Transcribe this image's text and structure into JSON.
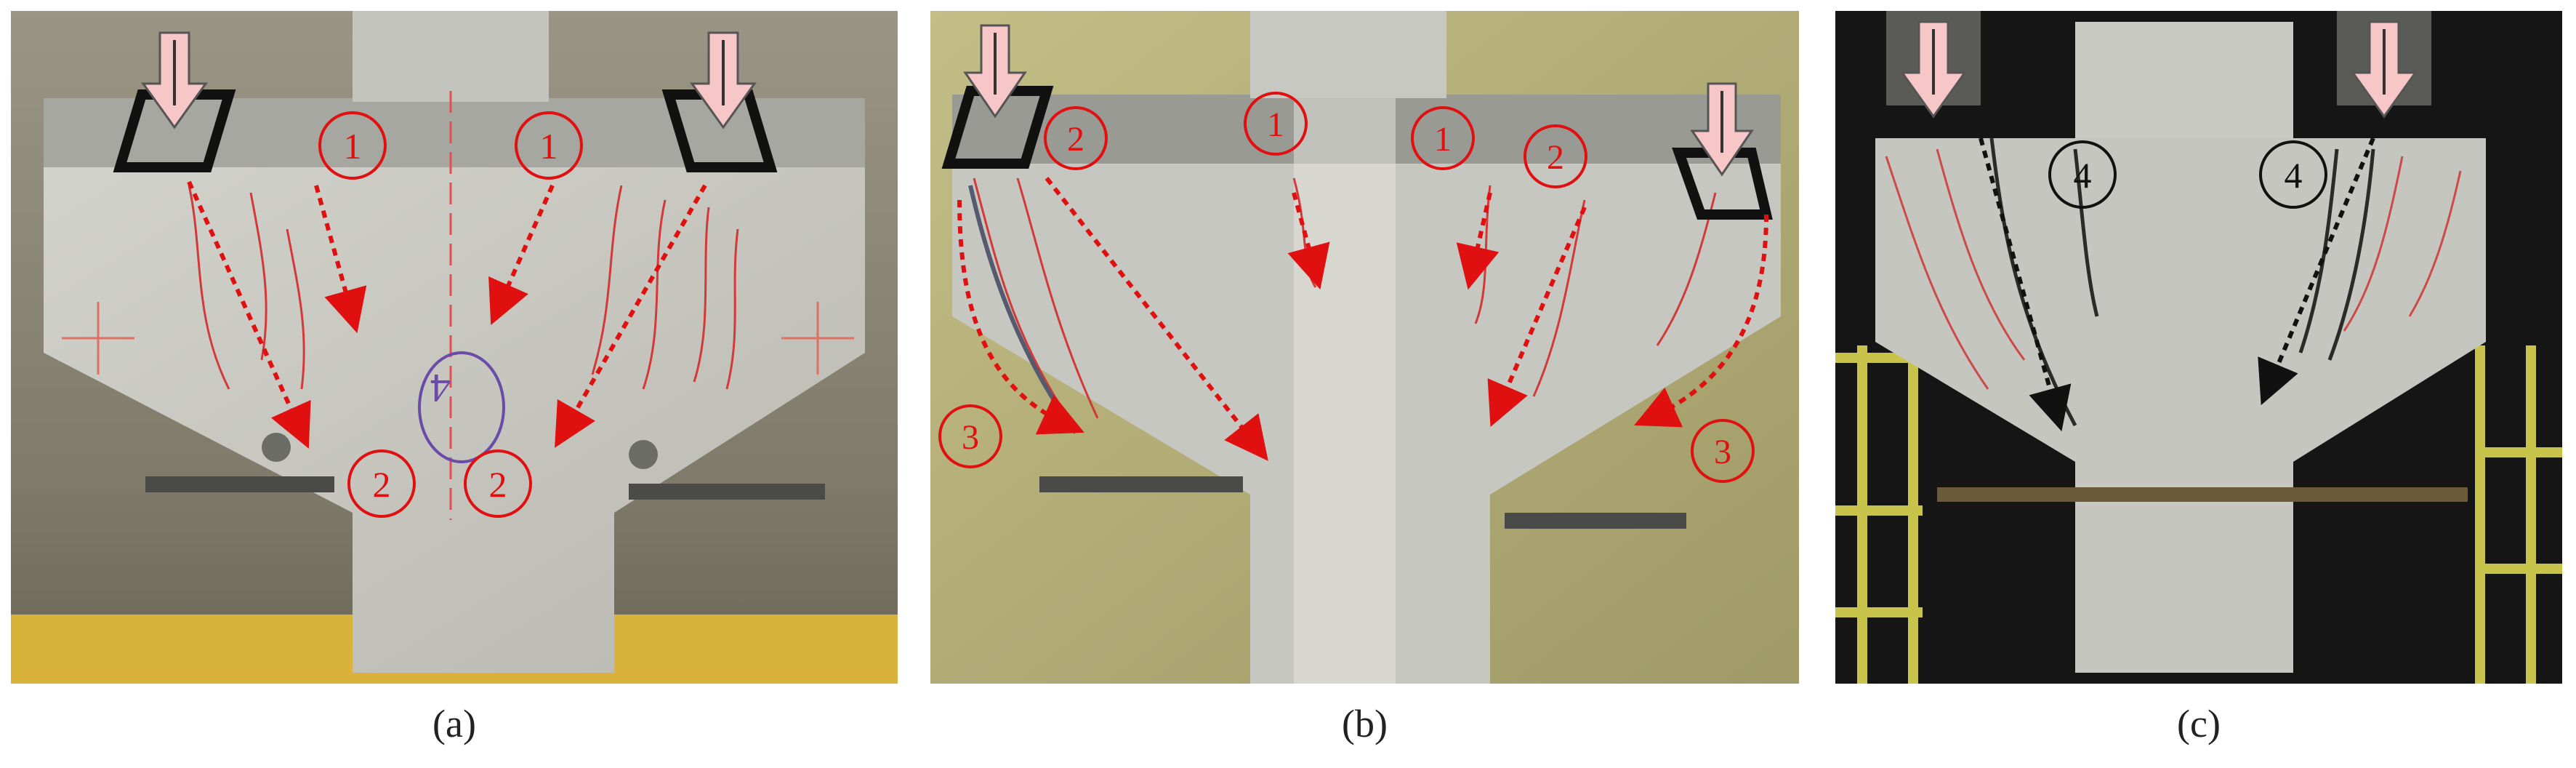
{
  "panels": [
    {
      "caption": "(a)",
      "circle_labels": [
        "1",
        "1",
        "2",
        "2"
      ],
      "marker_text": "4"
    },
    {
      "caption": "(b)",
      "circle_labels": [
        "2",
        "1",
        "1",
        "2",
        "3",
        "3"
      ]
    },
    {
      "caption": "(c)",
      "circle_labels": [
        "4",
        "4"
      ]
    }
  ],
  "colors": {
    "concrete": "#c9c9c3",
    "crack": "#d23a3a",
    "annotation_red": "#e01010",
    "load_arrow": "#f7c7c7",
    "steel_plate": "#111111",
    "background_a": "#8a8476",
    "background_b": "#b8b27a",
    "background_c": "#1a1a1a"
  }
}
